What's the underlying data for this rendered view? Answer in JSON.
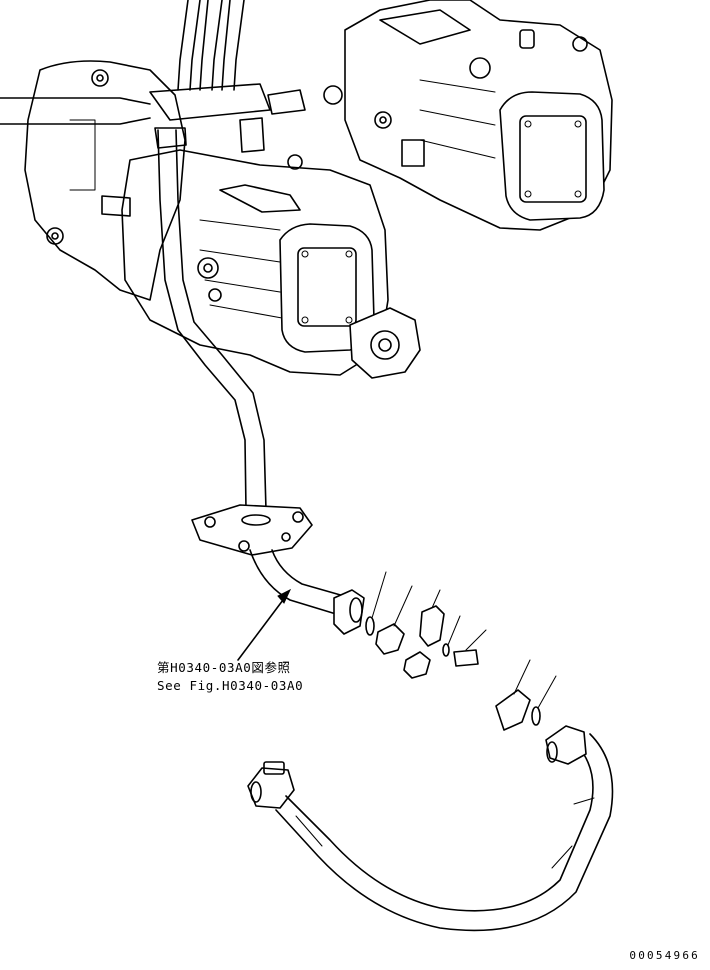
{
  "reference": {
    "japanese": "第H0340-03A0図参照",
    "english": "See Fig.H0340-03A0"
  },
  "drawing_number": "00054966"
}
